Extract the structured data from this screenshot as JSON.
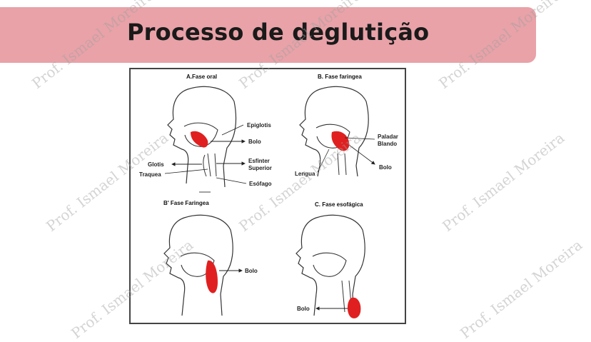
{
  "slide": {
    "title": "Processo de deglutição"
  },
  "watermark": {
    "text": "Prof. Ismael Moreira"
  },
  "figure": {
    "panels": {
      "oral": {
        "heading": "A.Fase oral",
        "labels": {
          "epiglotis": "Epiglotis",
          "bolo": "Bolo",
          "glotis": "Glotis",
          "esfinter": "Esfinter",
          "superior": "Superior",
          "traquea": "Traquea",
          "esofago": "Esófago"
        }
      },
      "faringea": {
        "heading": "B. Fase faringea",
        "labels": {
          "paladar": "Paladar",
          "blando": "Blando",
          "bolo": "Bolo",
          "lengua": "Lengua"
        }
      },
      "faringea_b": {
        "heading": "B' Fase Faringea",
        "labels": {
          "bolo": "Bolo"
        }
      },
      "esofagica": {
        "heading": "C. Fase esofágica",
        "labels": {
          "bolo": "Bolo"
        }
      }
    },
    "colors": {
      "bolus": "#e02020",
      "outline": "#333333"
    }
  }
}
